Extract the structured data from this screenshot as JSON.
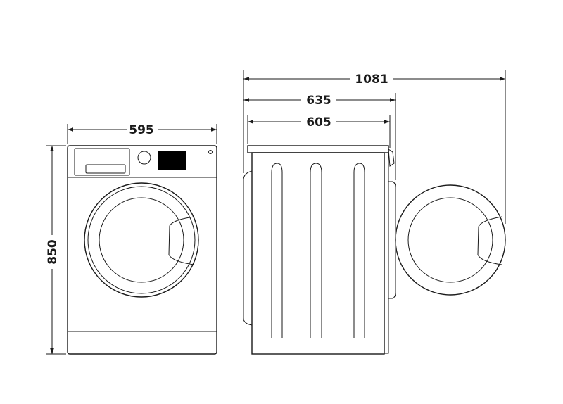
{
  "dimensions": {
    "front_width": "595",
    "height": "850",
    "depth_door_open": "1081",
    "depth_with_door": "635",
    "depth_body": "605"
  },
  "colors": {
    "stroke": "#1a1a1a",
    "panel_display": "#000000",
    "background": "#ffffff"
  }
}
